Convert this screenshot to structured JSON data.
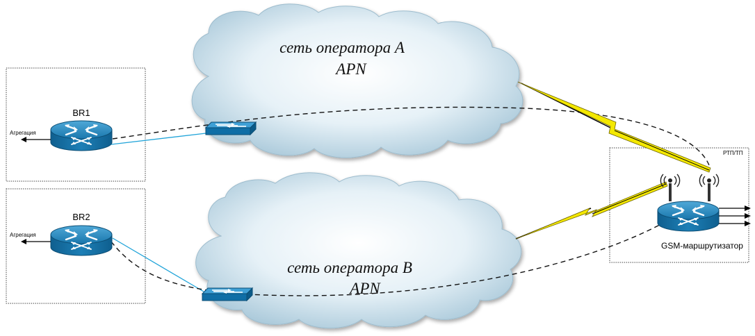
{
  "clouds": {
    "a": {
      "title": "сеть оператора A",
      "subtitle": "APN"
    },
    "b": {
      "title": "сеть оператора B",
      "subtitle": "APN"
    }
  },
  "sites": {
    "br1": {
      "router_label": "BR1",
      "uplink_label": "Агрегация"
    },
    "br2": {
      "router_label": "BR2",
      "uplink_label": "Агрегация"
    },
    "rtp": {
      "site_label": "РТП/ТП",
      "router_label": "GSM-маршрутизатор"
    }
  },
  "colors": {
    "cloud_fill": "#cfe3ee",
    "router_blue": "#1a77ad",
    "switch_blue": "#1e8cc6",
    "lightning": "#f4e800",
    "cyan_link": "#21a4d9",
    "dashed_link": "#111111"
  }
}
